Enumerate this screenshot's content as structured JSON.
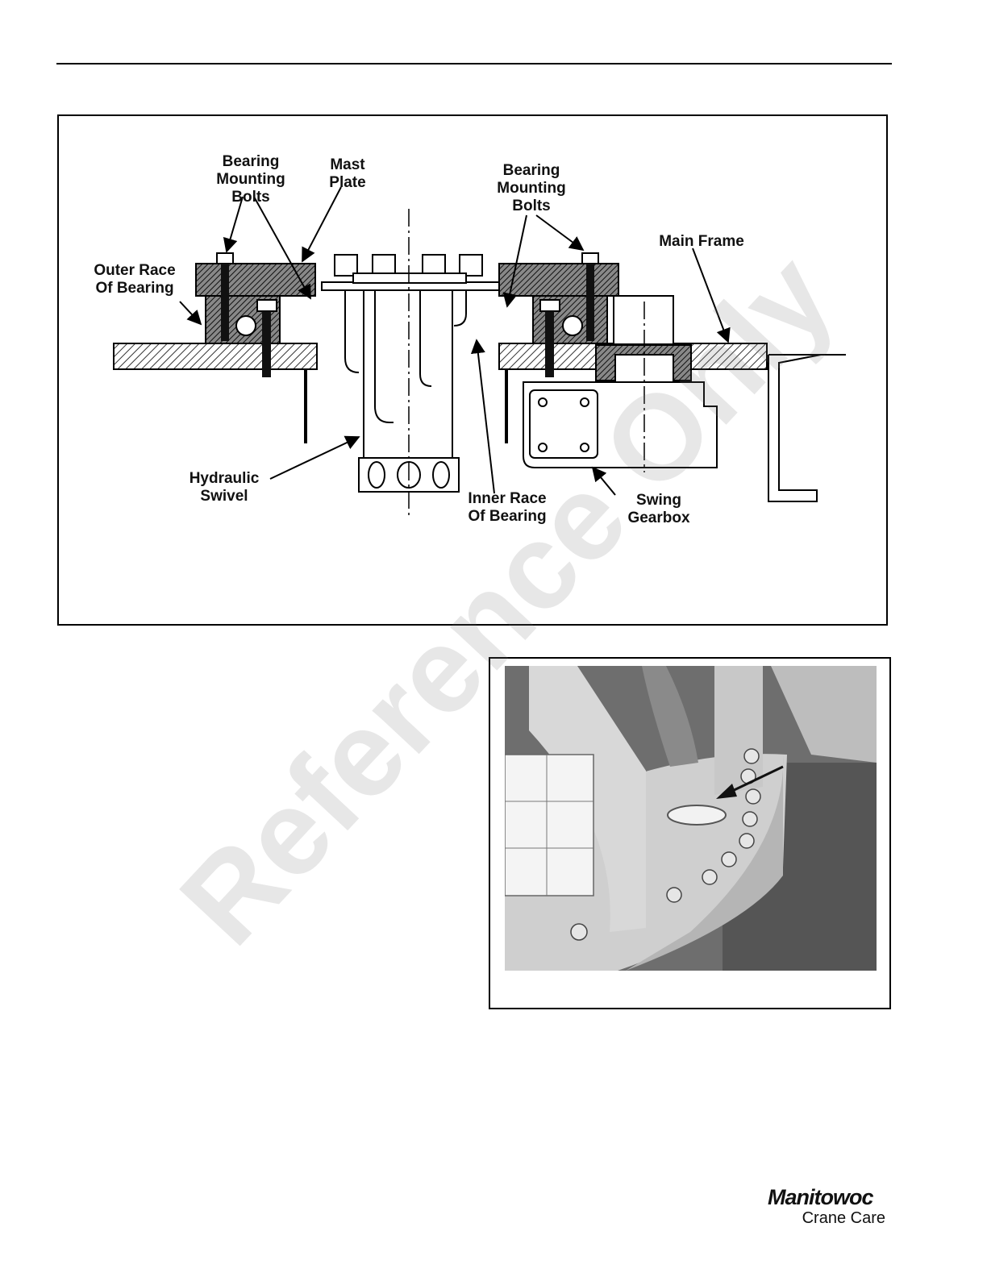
{
  "figure1": {
    "labels": {
      "bearing_bolts_left": "Bearing\nMounting\nBolts",
      "mast_plate": "Mast\nPlate",
      "bearing_bolts_right": "Bearing\nMounting\nBolts",
      "main_frame": "Main Frame",
      "outer_race": "Outer Race\nOf Bearing",
      "hydraulic_swivel": "Hydraulic\nSwivel",
      "inner_race": "Inner Race\nOf Bearing",
      "swing_gearbox": "Swing\nGearbox"
    }
  },
  "watermark": "Reference Only",
  "logo": {
    "brand": "Manitowoc",
    "tagline": "Crane Care"
  }
}
